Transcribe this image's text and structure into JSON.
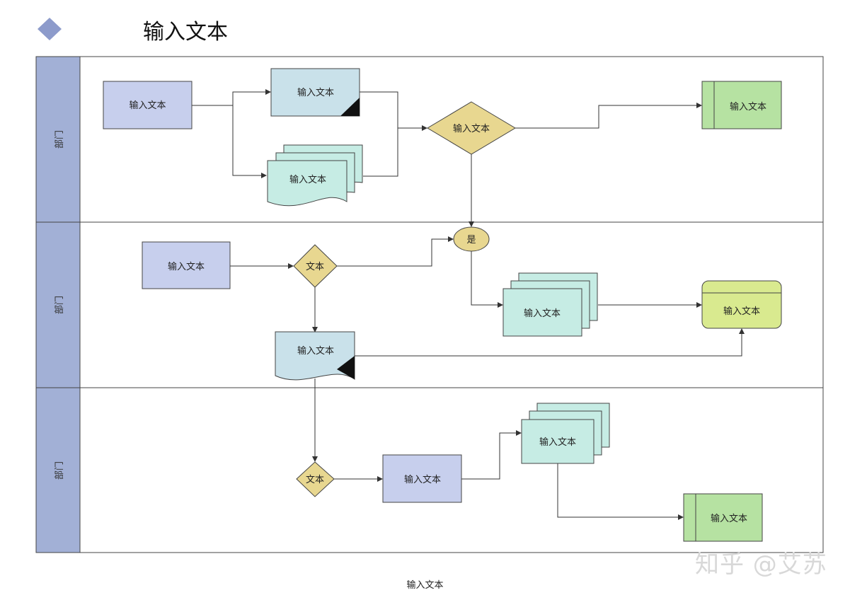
{
  "header": {
    "title": "输入文本"
  },
  "lanes": [
    {
      "label": "部门"
    },
    {
      "label": "部门"
    },
    {
      "label": "部门"
    }
  ],
  "nodes": {
    "l1_process": "输入文本",
    "l1_document_top": "输入文本",
    "l1_multidoc": "输入文本",
    "l1_decision": "输入文本",
    "l1_end": "输入文本",
    "l2_process": "输入文本",
    "l2_decision": "文本",
    "l2_connector": "是",
    "l2_multiproc": "输入文本",
    "l2_terminal": "输入文本",
    "l2_document": "输入文本",
    "l3_decision": "文本",
    "l3_process": "输入文本",
    "l3_multiproc": "输入文本",
    "l3_end": "输入文本"
  },
  "caption": "输入文本",
  "watermark": "知乎 @艾苏",
  "colors": {
    "lane_header": "#a2b0d6",
    "process": "#c7cfed",
    "document_blue": "#c9e1ea",
    "multidoc": "#c6ece4",
    "decision": "#e8d790",
    "green_end": "#b6e2a2",
    "lime_terminal": "#d9ea8f",
    "diamond_icon": "#8d9bcb"
  }
}
